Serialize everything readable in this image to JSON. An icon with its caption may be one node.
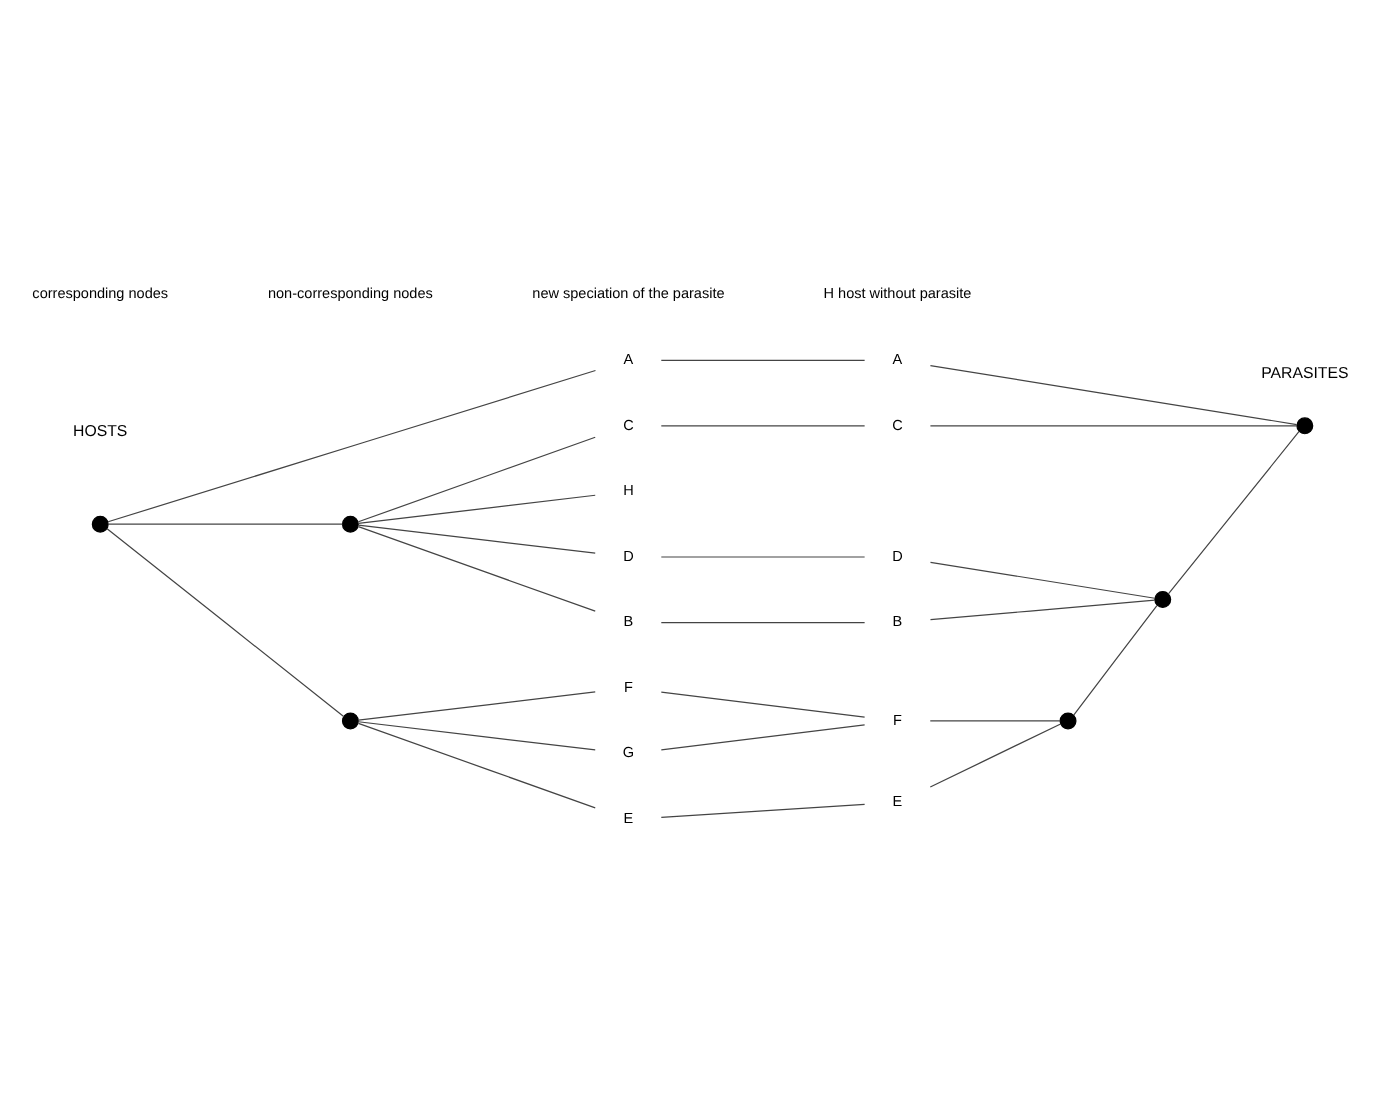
{
  "diagram": {
    "nodes": [
      {
        "text": [
          "A"
        ]
      },
      {
        "text": [
          "B"
        ]
      },
      {
        "text": [
          "H"
        ]
      },
      {
        "text": [
          "C"
        ]
      },
      {
        "text": [
          "D"
        ]
      },
      {
        "text": [
          "E"
        ]
      },
      {
        "text": [
          "F"
        ]
      },
      {
        "text": [
          "G"
        ]
      },
      {
        "text": [],
        "shape": "circle"
      },
      {
        "text": [],
        "shape": "circle"
      },
      {
        "text": [],
        "shape": "circle"
      },
      {
        "text": [
          "A"
        ]
      },
      {
        "text": [
          "C"
        ]
      },
      {
        "text": [
          "B"
        ]
      },
      {
        "text": [
          "E"
        ]
      },
      {
        "text": [
          "F"
        ]
      },
      {
        "text": [
          "D"
        ]
      },
      {
        "text": [],
        "shape": "circle"
      },
      {
        "text": [],
        "shape": "circle"
      },
      {
        "text": [],
        "shape": "circle"
      }
    ],
    "edges": [
      {
        "from": 8,
        "to": 0,
        "arrow": "none"
      },
      {
        "from": 8,
        "to": 9,
        "arrow": "none"
      },
      {
        "from": 8,
        "to": 10,
        "arrow": "none"
      },
      {
        "from": 9,
        "to": 1,
        "arrow": "none"
      },
      {
        "from": 9,
        "to": 2,
        "arrow": "none"
      },
      {
        "from": 9,
        "to": 3,
        "arrow": "none"
      },
      {
        "from": 9,
        "to": 4,
        "arrow": "none"
      },
      {
        "from": 10,
        "to": 5,
        "arrow": "none"
      },
      {
        "from": 10,
        "to": 6,
        "arrow": "none"
      },
      {
        "from": 10,
        "to": 7,
        "arrow": "none"
      },
      {
        "from": 0,
        "to": 11,
        "arrow": "none"
      },
      {
        "from": 1,
        "to": 13,
        "arrow": "none"
      },
      {
        "from": 3,
        "to": 12,
        "arrow": "none"
      },
      {
        "from": 4,
        "to": 16,
        "arrow": "none"
      },
      {
        "from": 5,
        "to": 14,
        "arrow": "none"
      },
      {
        "from": 6,
        "to": 15,
        "arrow": "none"
      },
      {
        "from": 7,
        "to": 15,
        "arrow": "none"
      },
      {
        "from": 11,
        "to": 17,
        "arrow": "none"
      },
      {
        "from": 12,
        "to": 17,
        "arrow": "none"
      },
      {
        "from": 18,
        "to": 17,
        "arrow": "none"
      },
      {
        "from": 13,
        "to": 18,
        "arrow": "none"
      },
      {
        "from": 19,
        "to": 18,
        "arrow": "none"
      },
      {
        "from": 16,
        "to": 18,
        "arrow": "none"
      },
      {
        "from": 14,
        "to": 19,
        "arrow": "none"
      },
      {
        "from": 15,
        "to": 19,
        "arrow": "none"
      }
    ],
    "labels": [
      "HOSTS",
      "PARASITES"
    ],
    "legend": [
      {
        "text": "corresponding nodes"
      },
      {
        "text": "non-corresponding nodes"
      },
      {
        "text": "new speciation of the parasite"
      },
      {
        "text": "H host without parasite"
      }
    ]
  }
}
